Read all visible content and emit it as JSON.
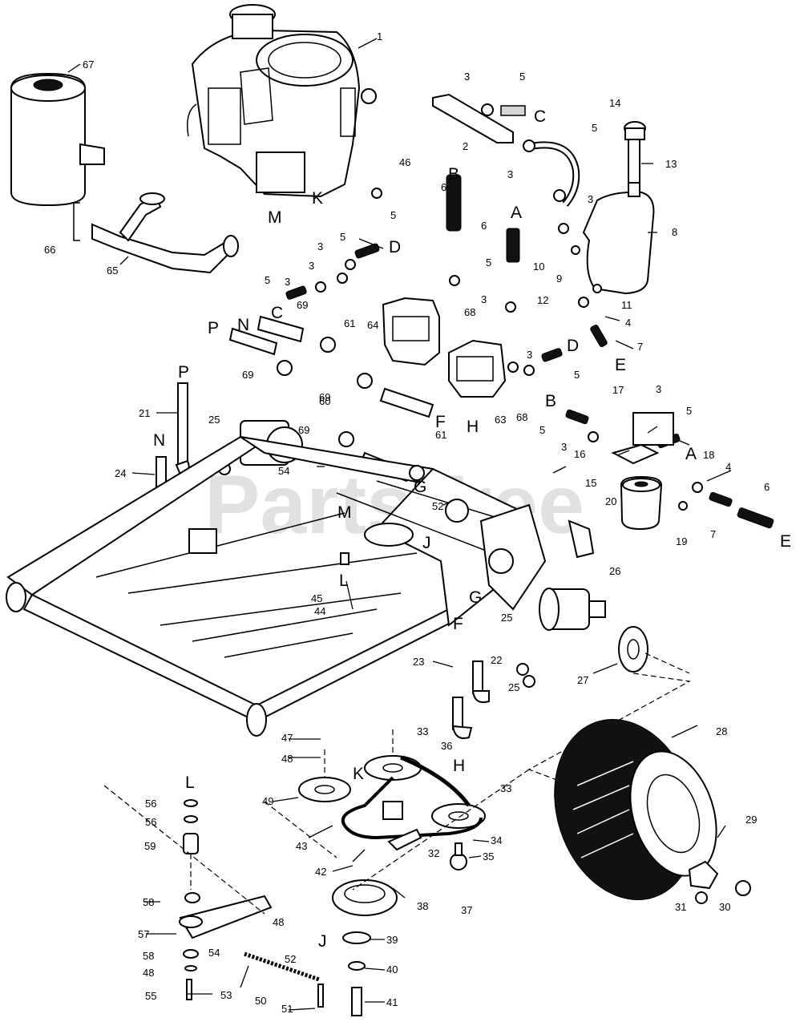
{
  "watermark": "PartsTree",
  "number_callouts": [
    "1",
    "2",
    "3",
    "4",
    "5",
    "6",
    "7",
    "8",
    "9",
    "10",
    "11",
    "12",
    "13",
    "14",
    "15",
    "16",
    "17",
    "18",
    "19",
    "20",
    "21",
    "22",
    "23",
    "24",
    "25",
    "26",
    "27",
    "28",
    "29",
    "30",
    "31",
    "32",
    "33",
    "34",
    "35",
    "36",
    "37",
    "38",
    "39",
    "40",
    "41",
    "42",
    "43",
    "44",
    "45",
    "46",
    "47",
    "48",
    "49",
    "50",
    "51",
    "52",
    "53",
    "54",
    "55",
    "56",
    "57",
    "58",
    "59",
    "60",
    "61",
    "63",
    "64",
    "65",
    "66",
    "67",
    "68",
    "69"
  ],
  "letter_callouts": [
    "A",
    "B",
    "C",
    "D",
    "E",
    "F",
    "G",
    "H",
    "J",
    "K",
    "L",
    "M",
    "N",
    "P"
  ]
}
